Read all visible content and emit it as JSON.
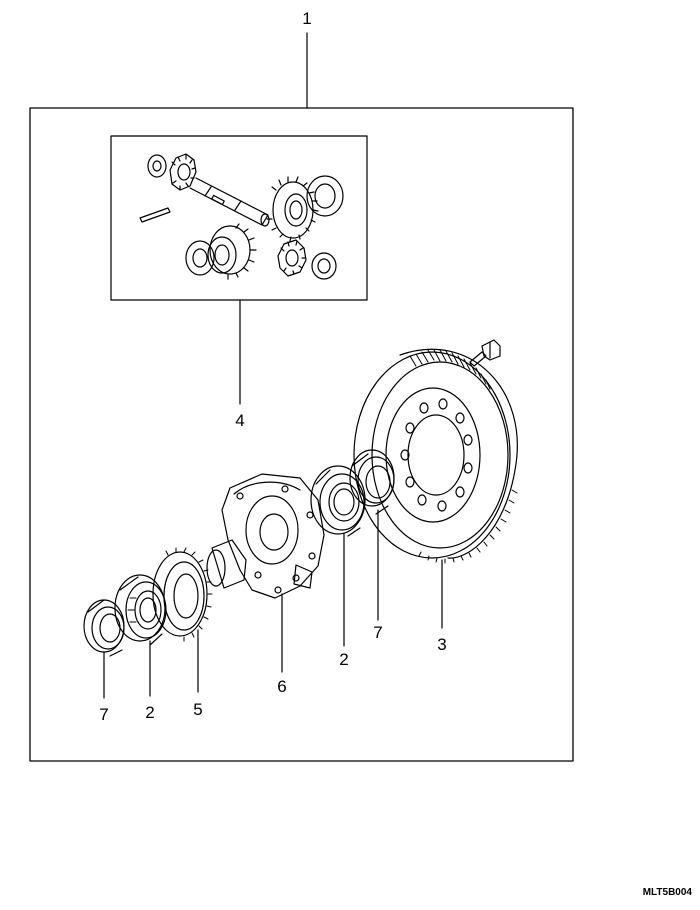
{
  "callouts": {
    "assembly": "1",
    "bearing_left": "2",
    "bearing_right": "2",
    "ring_gear": "3",
    "pinion_kit": "4",
    "speedometer_gear": "5",
    "case": "6",
    "seal_left": "7",
    "seal_right": "7"
  },
  "drawing_code": "MLT5B004",
  "icons": [
    "differential-assembly",
    "ring-gear",
    "bolt",
    "bearing",
    "oil-seal",
    "pinion-gear",
    "side-gear",
    "pinion-shaft",
    "lock-pin",
    "thrust-washer"
  ]
}
